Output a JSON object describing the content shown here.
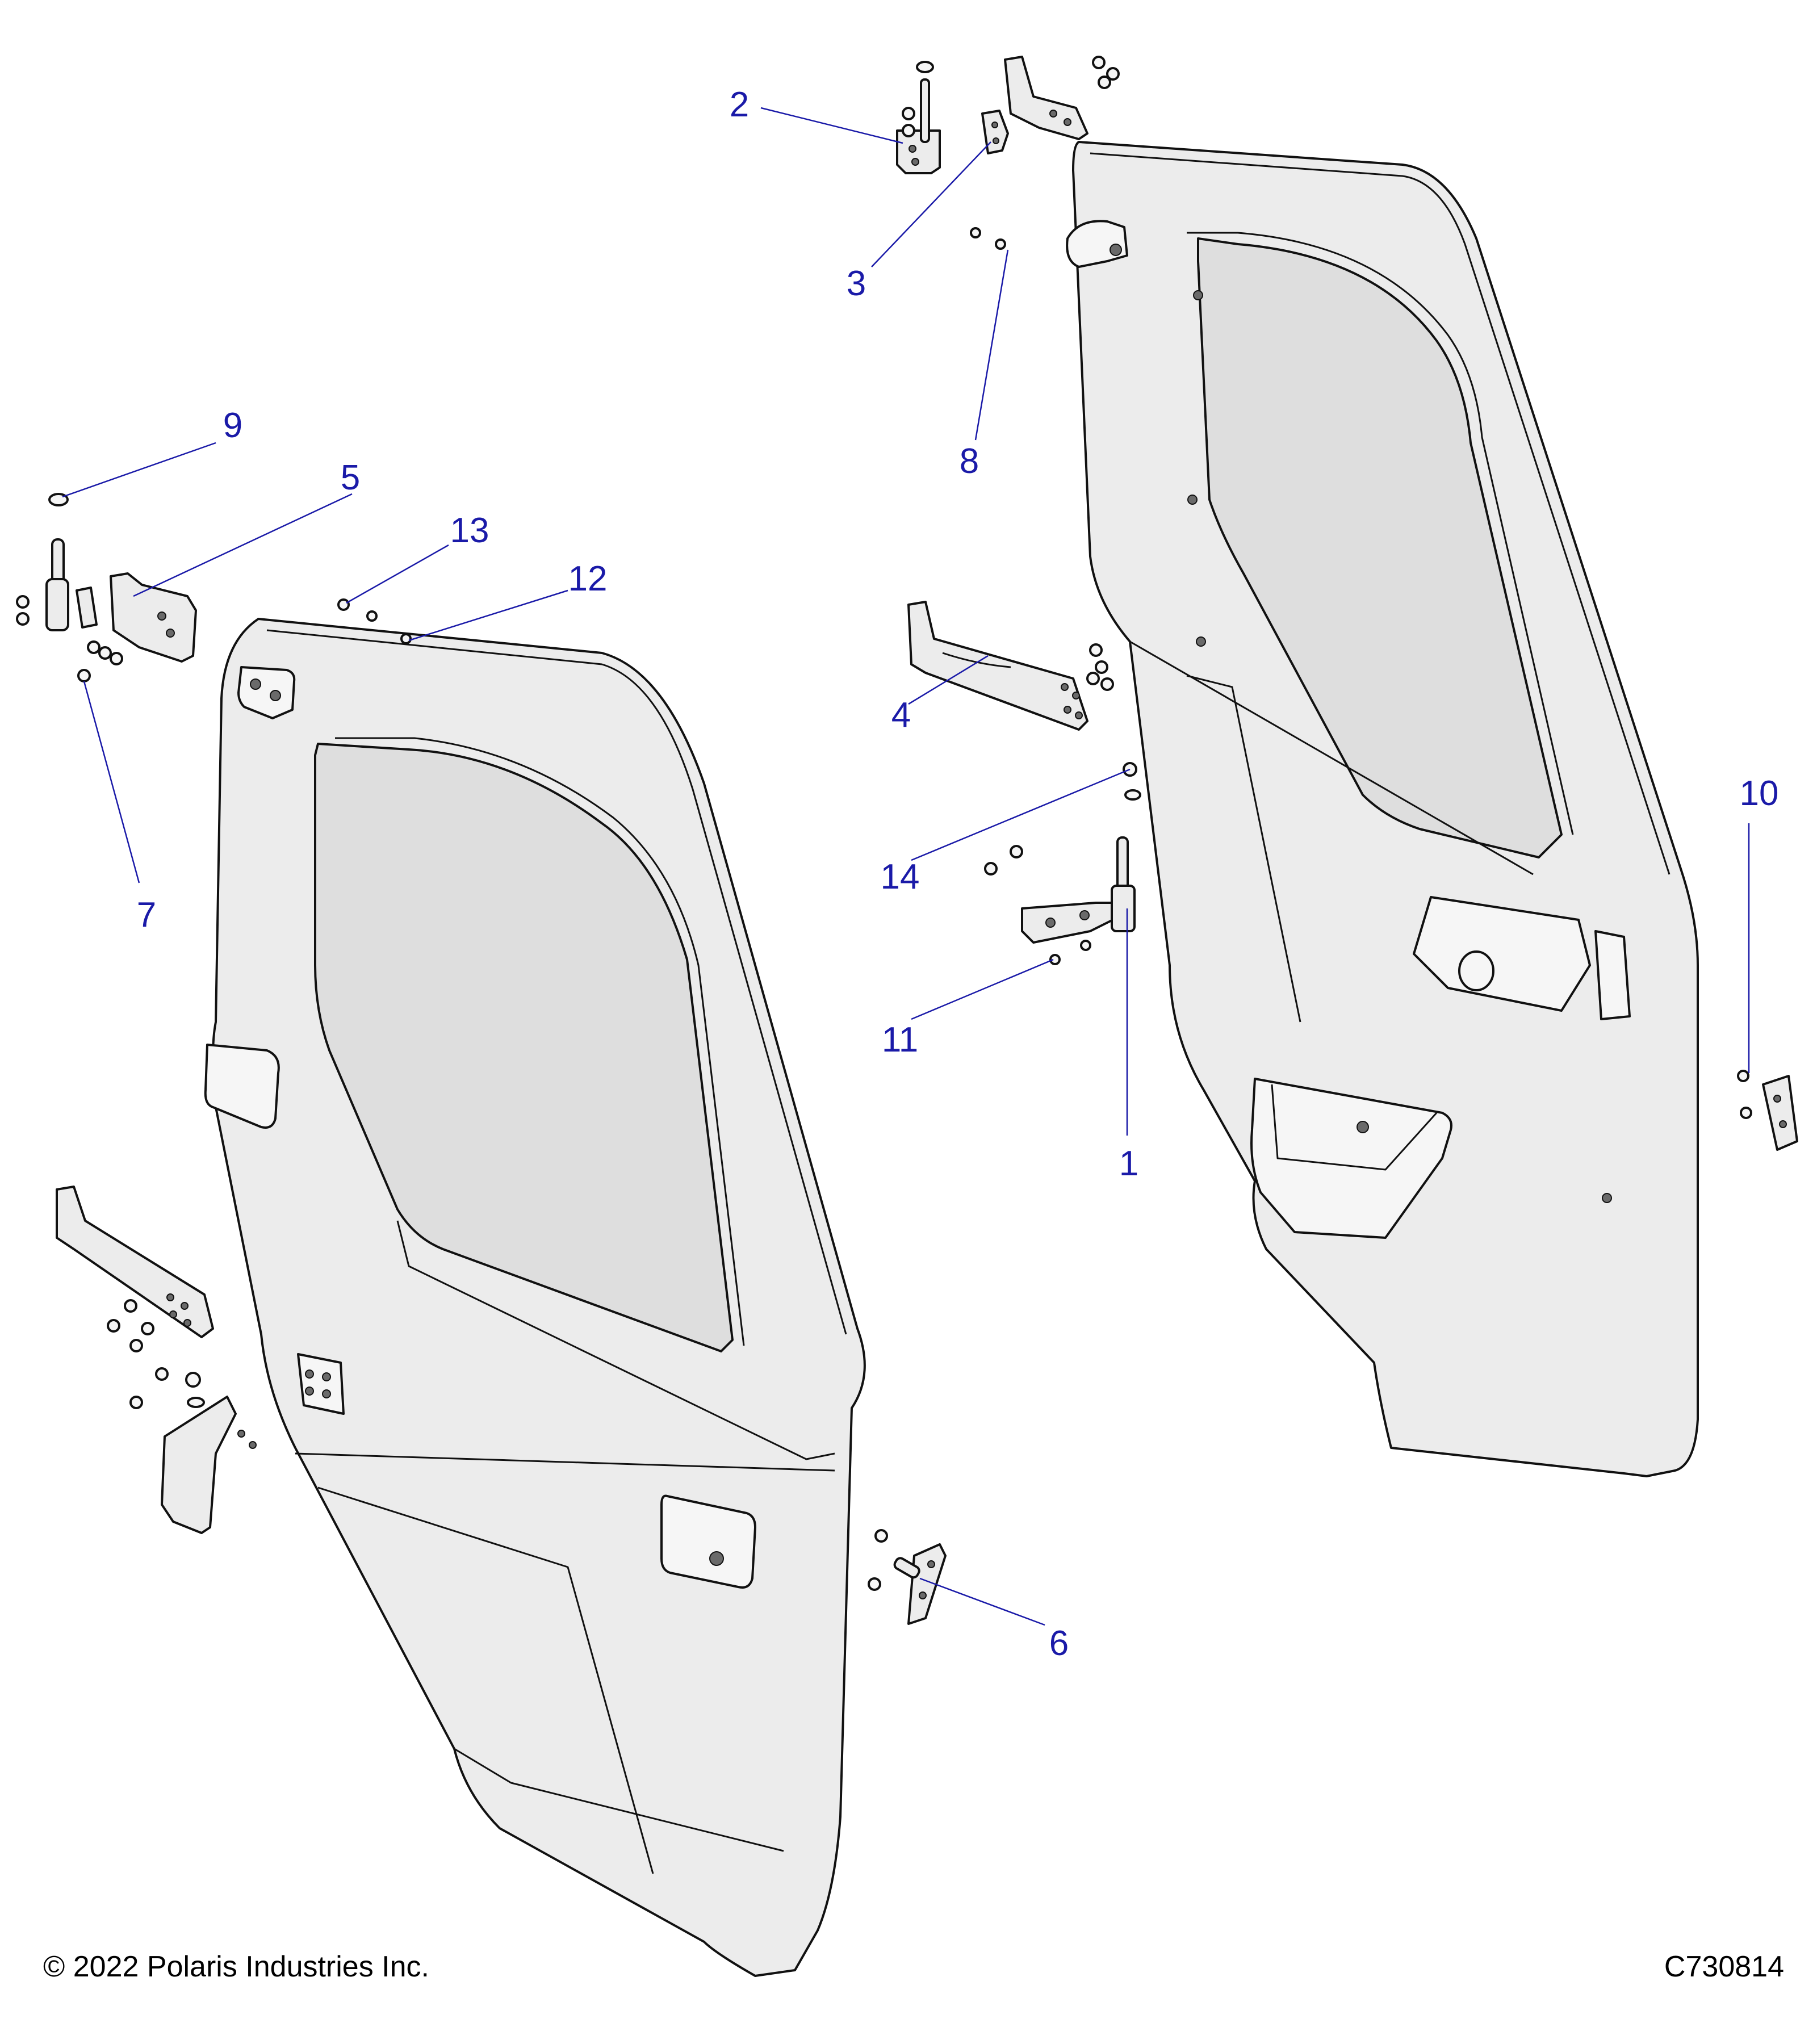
{
  "callouts": [
    {
      "label": "1"
    },
    {
      "label": "2"
    },
    {
      "label": "3"
    },
    {
      "label": "4"
    },
    {
      "label": "5"
    },
    {
      "label": "6"
    },
    {
      "label": "7"
    },
    {
      "label": "8"
    },
    {
      "label": "9"
    },
    {
      "label": "10"
    },
    {
      "label": "11"
    },
    {
      "label": "12"
    },
    {
      "label": "13"
    },
    {
      "label": "14"
    }
  ],
  "footer": {
    "copyright": "© 2022 Polaris Industries Inc.",
    "diagram_id": "C730814"
  },
  "colors": {
    "callout": "#1a1aa8",
    "part_fill": "#ececec",
    "glass_fill": "#dedede",
    "outline": "#111111"
  }
}
